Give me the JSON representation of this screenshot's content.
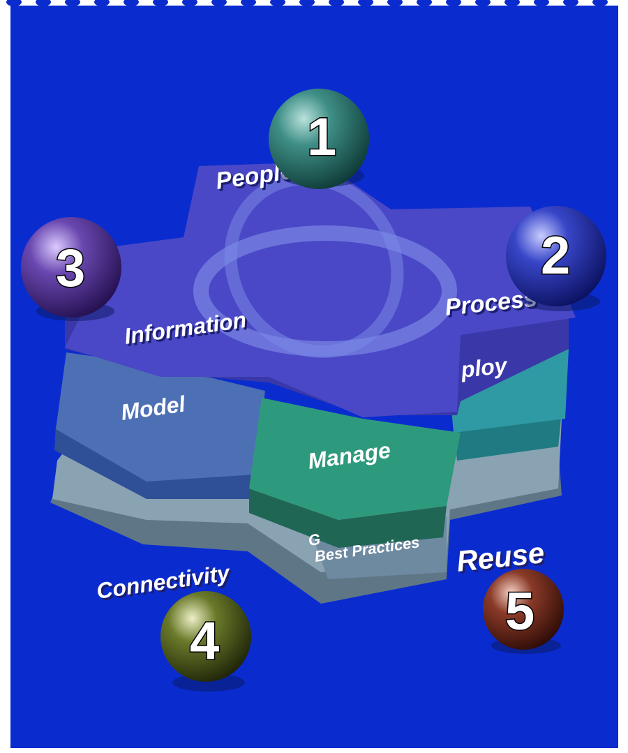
{
  "diagram": {
    "platform_labels": {
      "people": "People",
      "process": "Process",
      "information": "Information"
    },
    "layer_labels": {
      "model": "Model",
      "deploy": "ploy",
      "manage": "Manage",
      "best_practices_1": "G",
      "best_practices_2": "Best Practices"
    },
    "side_labels": {
      "connectivity": "Connectivity",
      "reuse": "Reuse"
    },
    "spheres": [
      {
        "number": "1",
        "color": "#1f6f69"
      },
      {
        "number": "2",
        "color": "#2a35b8"
      },
      {
        "number": "3",
        "color": "#5a3a9a"
      },
      {
        "number": "4",
        "color": "#4f5a1c"
      },
      {
        "number": "5",
        "color": "#6e2b1e"
      }
    ],
    "colors": {
      "background": "#0a2ccf",
      "top_platform": "#4a48c6",
      "model_layer": "#4d70b4",
      "deploy_layer": "#2f9aa3",
      "manage_layer": "#2e9a7d",
      "base_layer": "#7f98a8"
    }
  }
}
